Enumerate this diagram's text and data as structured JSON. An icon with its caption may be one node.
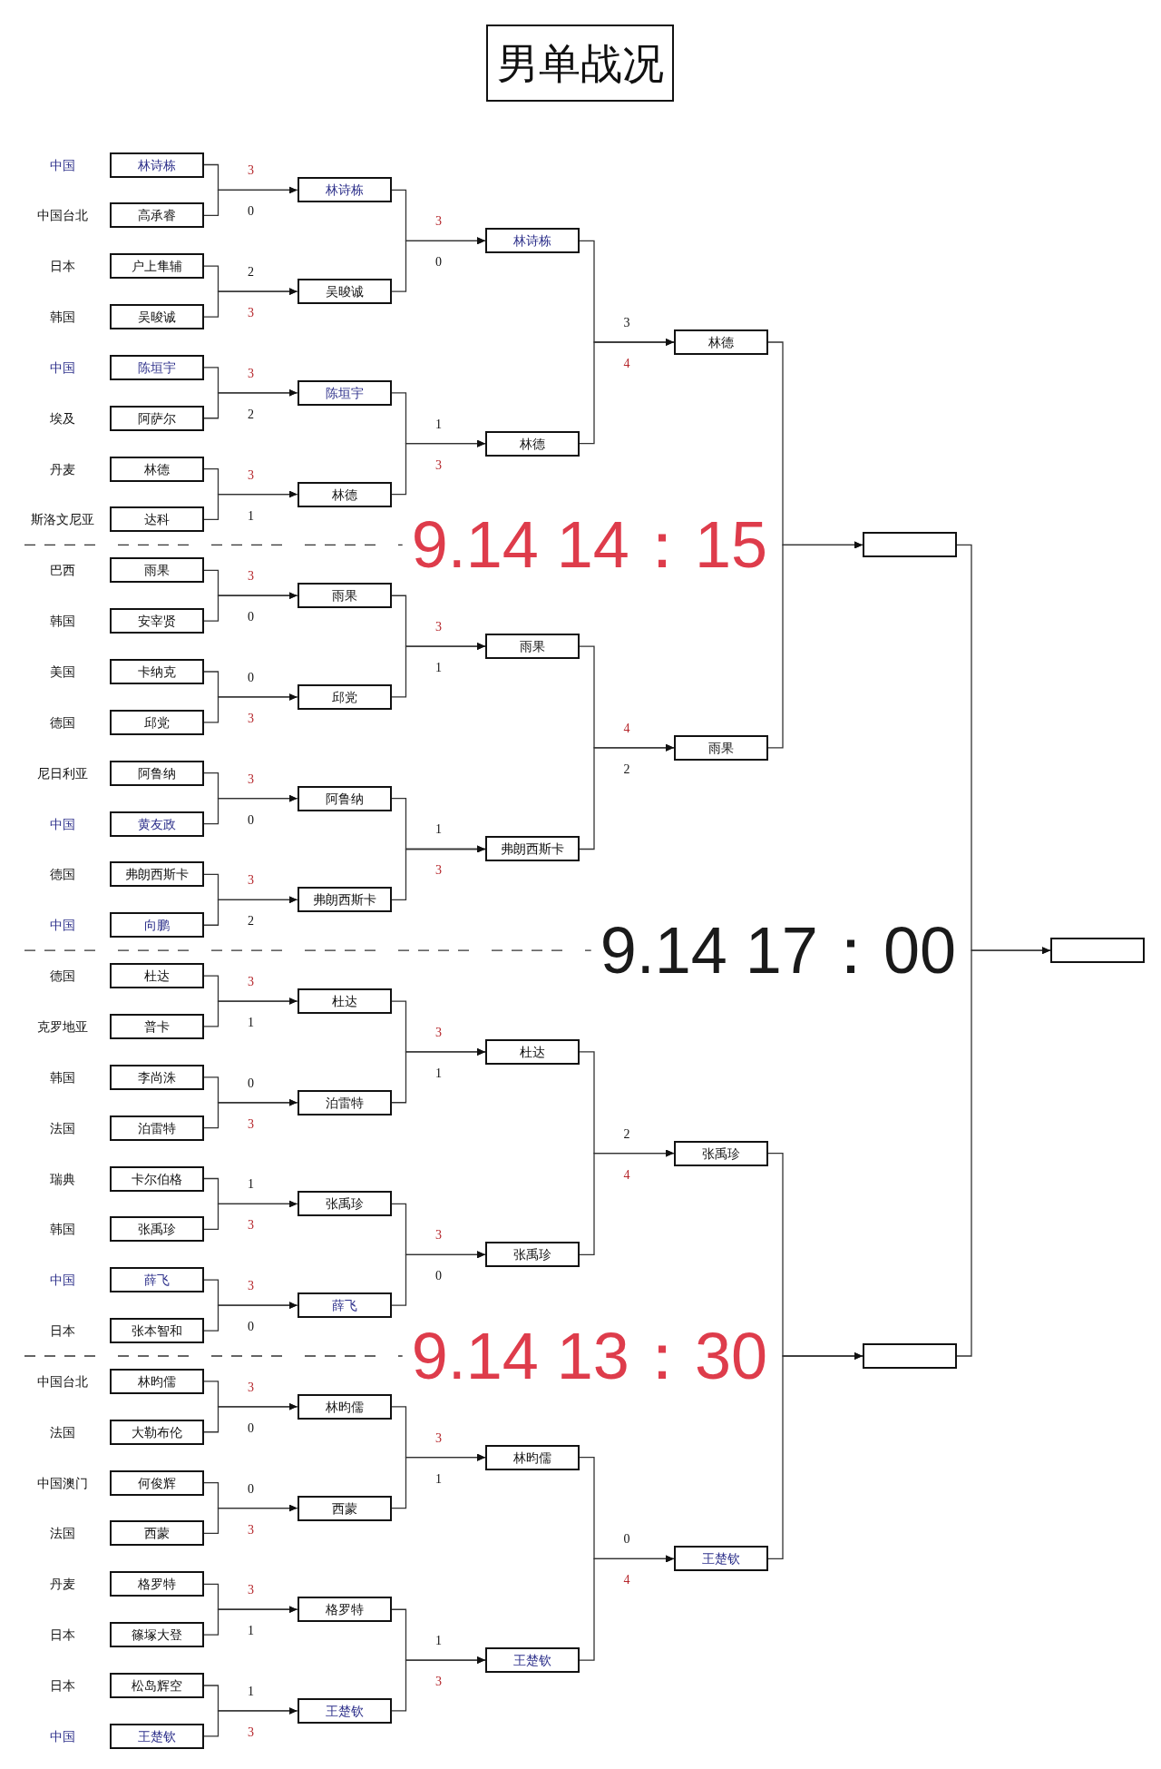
{
  "diagram": {
    "title": "男单战况",
    "nodes": [
      {
        "text": [
          "林诗栋"
        ],
        "beside": [
          "中国"
        ]
      },
      {
        "text": [
          "高承睿"
        ],
        "beside": [
          "中国台北"
        ]
      },
      {
        "text": [
          "户上隼辅"
        ],
        "beside": [
          "日本"
        ]
      },
      {
        "text": [
          "吴晙诚"
        ],
        "beside": [
          "韩国"
        ]
      },
      {
        "text": [
          "陈垣宇"
        ],
        "beside": [
          "中国"
        ]
      },
      {
        "text": [
          "阿萨尔"
        ],
        "beside": [
          "埃及"
        ]
      },
      {
        "text": [
          "林德"
        ],
        "beside": [
          "丹麦"
        ]
      },
      {
        "text": [
          "达科"
        ],
        "beside": [
          "斯洛文尼亚"
        ]
      },
      {
        "text": [
          "雨果"
        ],
        "beside": [
          "巴西"
        ]
      },
      {
        "text": [
          "安宰贤"
        ],
        "beside": [
          "韩国"
        ]
      },
      {
        "text": [
          "卡纳克"
        ],
        "beside": [
          "美国"
        ]
      },
      {
        "text": [
          "邱党"
        ],
        "beside": [
          "德国"
        ]
      },
      {
        "text": [
          "阿鲁纳"
        ],
        "beside": [
          "尼日利亚"
        ]
      },
      {
        "text": [
          "黄友政"
        ],
        "beside": [
          "中国"
        ]
      },
      {
        "text": [
          "弗朗西斯卡"
        ],
        "beside": [
          "德国"
        ]
      },
      {
        "text": [
          "向鹏"
        ],
        "beside": [
          "中国"
        ]
      },
      {
        "text": [
          "杜达"
        ],
        "beside": [
          "德国"
        ]
      },
      {
        "text": [
          "普卡"
        ],
        "beside": [
          "克罗地亚"
        ]
      },
      {
        "text": [
          "李尚洙"
        ],
        "beside": [
          "韩国"
        ]
      },
      {
        "text": [
          "泊雷特"
        ],
        "beside": [
          "法国"
        ]
      },
      {
        "text": [
          "卡尔伯格"
        ],
        "beside": [
          "瑞典"
        ]
      },
      {
        "text": [
          "张禹珍"
        ],
        "beside": [
          "韩国"
        ]
      },
      {
        "text": [
          "薛飞"
        ],
        "beside": [
          "中国"
        ]
      },
      {
        "text": [
          "张本智和"
        ],
        "beside": [
          "日本"
        ]
      },
      {
        "text": [
          "林昀儒"
        ],
        "beside": [
          "中国台北"
        ]
      },
      {
        "text": [
          "大勒布伦"
        ],
        "beside": [
          "法国"
        ]
      },
      {
        "text": [
          "何俊辉"
        ],
        "beside": [
          "中国澳门"
        ]
      },
      {
        "text": [
          "西蒙"
        ],
        "beside": [
          "法国"
        ]
      },
      {
        "text": [
          "格罗特"
        ],
        "beside": [
          "丹麦"
        ]
      },
      {
        "text": [
          "篠塚大登"
        ],
        "beside": [
          "日本"
        ]
      },
      {
        "text": [
          "松岛辉空"
        ],
        "beside": [
          "日本"
        ]
      },
      {
        "text": [
          "王楚钦"
        ],
        "beside": [
          "中国"
        ]
      },
      {
        "text": [
          "林诗栋"
        ]
      },
      {
        "text": [
          "吴晙诚"
        ]
      },
      {
        "text": [
          "陈垣宇"
        ]
      },
      {
        "text": [
          "林德"
        ]
      },
      {
        "text": [
          "雨果"
        ]
      },
      {
        "text": [
          "邱党"
        ]
      },
      {
        "text": [
          "阿鲁纳"
        ]
      },
      {
        "text": [
          "弗朗西斯卡"
        ]
      },
      {
        "text": [
          "杜达"
        ]
      },
      {
        "text": [
          "泊雷特"
        ]
      },
      {
        "text": [
          "张禹珍"
        ]
      },
      {
        "text": [
          "薛飞"
        ]
      },
      {
        "text": [
          "林昀儒"
        ]
      },
      {
        "text": [
          "西蒙"
        ]
      },
      {
        "text": [
          "格罗特"
        ]
      },
      {
        "text": [
          "王楚钦"
        ]
      },
      {
        "text": [
          "林诗栋"
        ]
      },
      {
        "text": [
          "林德"
        ]
      },
      {
        "text": [
          "雨果"
        ]
      },
      {
        "text": [
          "弗朗西斯卡"
        ]
      },
      {
        "text": [
          "杜达"
        ]
      },
      {
        "text": [
          "张禹珍"
        ]
      },
      {
        "text": [
          "林昀儒"
        ]
      },
      {
        "text": [
          "王楚钦"
        ]
      },
      {
        "text": [
          "林德"
        ]
      },
      {
        "text": [
          "雨果"
        ]
      },
      {
        "text": [
          "张禹珍"
        ]
      },
      {
        "text": [
          "王楚钦"
        ]
      },
      {
        "text": [],
        "shape": "box"
      },
      {
        "text": [],
        "shape": "box"
      },
      {
        "text": [],
        "shape": "box"
      }
    ],
    "edges": [
      {
        "from": 0,
        "to": 32,
        "arrow": "to",
        "label": "3"
      },
      {
        "from": 1,
        "to": 32,
        "arrow": "to",
        "label": "0"
      },
      {
        "from": 2,
        "to": 33,
        "arrow": "to",
        "label": "2"
      },
      {
        "from": 3,
        "to": 33,
        "arrow": "to",
        "label": "3"
      },
      {
        "from": 4,
        "to": 34,
        "arrow": "to",
        "label": "3"
      },
      {
        "from": 5,
        "to": 34,
        "arrow": "to",
        "label": "2"
      },
      {
        "from": 6,
        "to": 35,
        "arrow": "to",
        "label": "3"
      },
      {
        "from": 7,
        "to": 35,
        "arrow": "to",
        "label": "1"
      },
      {
        "from": 8,
        "to": 36,
        "arrow": "to",
        "label": "3"
      },
      {
        "from": 9,
        "to": 36,
        "arrow": "to",
        "label": "0"
      },
      {
        "from": 10,
        "to": 37,
        "arrow": "to",
        "label": "0"
      },
      {
        "from": 11,
        "to": 37,
        "arrow": "to",
        "label": "3"
      },
      {
        "from": 12,
        "to": 38,
        "arrow": "to",
        "label": "3"
      },
      {
        "from": 13,
        "to": 38,
        "arrow": "to",
        "label": "0"
      },
      {
        "from": 14,
        "to": 39,
        "arrow": "to",
        "label": "3"
      },
      {
        "from": 15,
        "to": 39,
        "arrow": "to",
        "label": "2"
      },
      {
        "from": 16,
        "to": 40,
        "arrow": "to",
        "label": "3"
      },
      {
        "from": 17,
        "to": 40,
        "arrow": "to",
        "label": "1"
      },
      {
        "from": 18,
        "to": 41,
        "arrow": "to",
        "label": "0"
      },
      {
        "from": 19,
        "to": 41,
        "arrow": "to",
        "label": "3"
      },
      {
        "from": 20,
        "to": 42,
        "arrow": "to",
        "label": "1"
      },
      {
        "from": 21,
        "to": 42,
        "arrow": "to",
        "label": "3"
      },
      {
        "from": 22,
        "to": 43,
        "arrow": "to",
        "label": "3"
      },
      {
        "from": 23,
        "to": 43,
        "arrow": "to",
        "label": "0"
      },
      {
        "from": 24,
        "to": 44,
        "arrow": "to",
        "label": "3"
      },
      {
        "from": 25,
        "to": 44,
        "arrow": "to",
        "label": "0"
      },
      {
        "from": 26,
        "to": 45,
        "arrow": "to",
        "label": "0"
      },
      {
        "from": 27,
        "to": 45,
        "arrow": "to",
        "label": "3"
      },
      {
        "from": 28,
        "to": 46,
        "arrow": "to",
        "label": "3"
      },
      {
        "from": 29,
        "to": 46,
        "arrow": "to",
        "label": "1"
      },
      {
        "from": 30,
        "to": 47,
        "arrow": "to",
        "label": "1"
      },
      {
        "from": 31,
        "to": 47,
        "arrow": "to",
        "label": "3"
      },
      {
        "from": 32,
        "to": 48,
        "arrow": "to",
        "label": "3"
      },
      {
        "from": 33,
        "to": 48,
        "arrow": "to",
        "label": "0"
      },
      {
        "from": 34,
        "to": 49,
        "arrow": "to",
        "label": "1"
      },
      {
        "from": 35,
        "to": 49,
        "arrow": "to",
        "label": "3"
      },
      {
        "from": 36,
        "to": 50,
        "arrow": "to",
        "label": "3"
      },
      {
        "from": 37,
        "to": 50,
        "arrow": "to",
        "label": "1"
      },
      {
        "from": 38,
        "to": 51,
        "arrow": "to",
        "label": "1"
      },
      {
        "from": 39,
        "to": 51,
        "arrow": "to",
        "label": "3"
      },
      {
        "from": 40,
        "to": 52,
        "arrow": "to",
        "label": "3"
      },
      {
        "from": 41,
        "to": 52,
        "arrow": "to",
        "label": "1"
      },
      {
        "from": 42,
        "to": 53,
        "arrow": "to",
        "label": "3"
      },
      {
        "from": 43,
        "to": 53,
        "arrow": "to",
        "label": "0"
      },
      {
        "from": 44,
        "to": 54,
        "arrow": "to",
        "label": "3"
      },
      {
        "from": 45,
        "to": 54,
        "arrow": "to",
        "label": "1"
      },
      {
        "from": 46,
        "to": 55,
        "arrow": "to",
        "label": "1"
      },
      {
        "from": 47,
        "to": 55,
        "arrow": "to",
        "label": "3"
      },
      {
        "from": 48,
        "to": 56,
        "arrow": "to",
        "label": "3"
      },
      {
        "from": 49,
        "to": 56,
        "arrow": "to",
        "label": "4"
      },
      {
        "from": 50,
        "to": 57,
        "arrow": "to",
        "label": "4"
      },
      {
        "from": 51,
        "to": 57,
        "arrow": "to",
        "label": "2"
      },
      {
        "from": 52,
        "to": 58,
        "arrow": "to",
        "label": "2"
      },
      {
        "from": 53,
        "to": 58,
        "arrow": "to",
        "label": "4"
      },
      {
        "from": 54,
        "to": 59,
        "arrow": "to",
        "label": "0"
      },
      {
        "from": 55,
        "to": 59,
        "arrow": "to",
        "label": "4"
      },
      {
        "from": 56,
        "to": 60,
        "arrow": "to"
      },
      {
        "from": 57,
        "to": 60,
        "arrow": "to"
      },
      {
        "from": 58,
        "to": 61,
        "arrow": "to"
      },
      {
        "from": 59,
        "to": 61,
        "arrow": "to"
      },
      {
        "from": 60,
        "to": 62,
        "arrow": "to"
      },
      {
        "from": 61,
        "to": 62,
        "arrow": "to"
      }
    ],
    "labels": [
      "9.14 14：15",
      "9.14 17：00",
      "9.14 13：30"
    ]
  }
}
